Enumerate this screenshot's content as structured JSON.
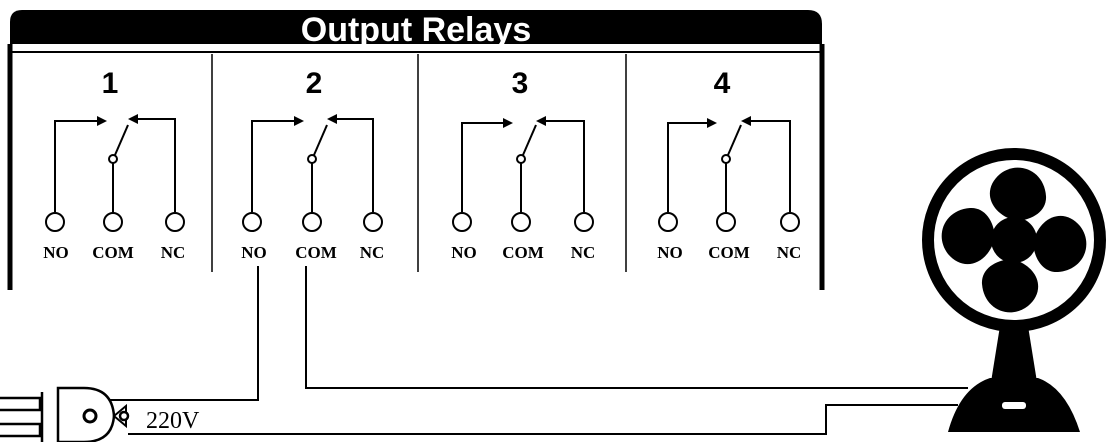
{
  "header": {
    "title": "Output Relays"
  },
  "relays": [
    {
      "number": "1",
      "terminals": [
        "NO",
        "COM",
        "NC"
      ]
    },
    {
      "number": "2",
      "terminals": [
        "NO",
        "COM",
        "NC"
      ]
    },
    {
      "number": "3",
      "terminals": [
        "NO",
        "COM",
        "NC"
      ]
    },
    {
      "number": "4",
      "terminals": [
        "NO",
        "COM",
        "NC"
      ]
    }
  ],
  "power": {
    "voltage_label": "220V"
  },
  "load": {
    "icon": "fan-icon"
  },
  "plug": {
    "icon": "plug-icon"
  },
  "colors": {
    "ink": "#000000",
    "paper": "#ffffff"
  }
}
